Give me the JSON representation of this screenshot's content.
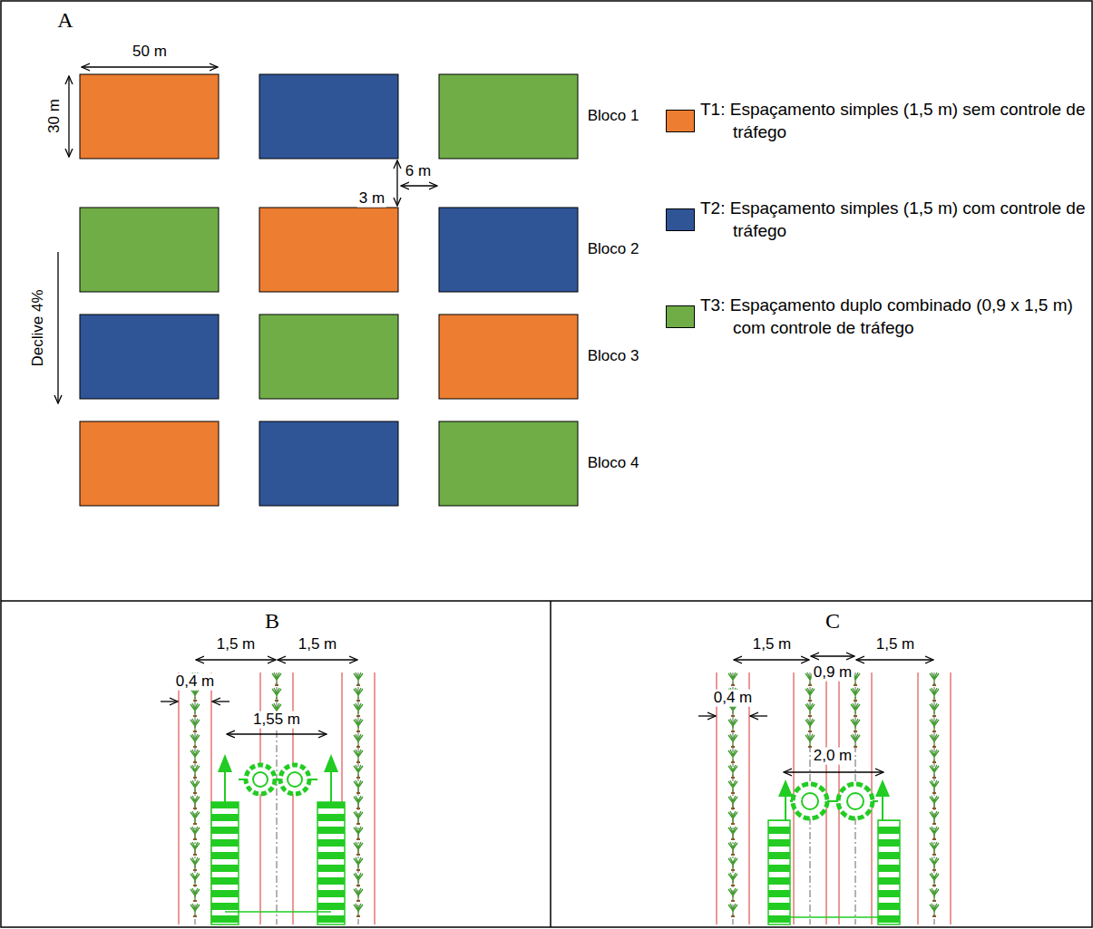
{
  "diagram": {
    "labels": [
      "A",
      "50 m",
      "30 m",
      "3 m",
      "6 m",
      "Declive 4%",
      "Bloco 1",
      "Bloco 2",
      "Bloco 3",
      "Bloco 4",
      "B",
      "1,5 m",
      "1,5 m",
      "0,4 m",
      "1,55 m",
      "C",
      "1,5 m",
      "1,5 m",
      "0,9 m",
      "0,4 m",
      "2,0 m"
    ],
    "legend": [
      {
        "text": "T1: Espaçamento simples (1,5 m) sem controle de tráfego",
        "color": "#ED7D31"
      },
      {
        "text": "T2: Espaçamento simples (1,5 m) com controle de tráfego",
        "color": "#2F5597"
      },
      {
        "text": "T3: Espaçamento duplo combinado (0,9 x 1,5 m) com controle de tráfego",
        "color": "#70AD47"
      }
    ]
  }
}
